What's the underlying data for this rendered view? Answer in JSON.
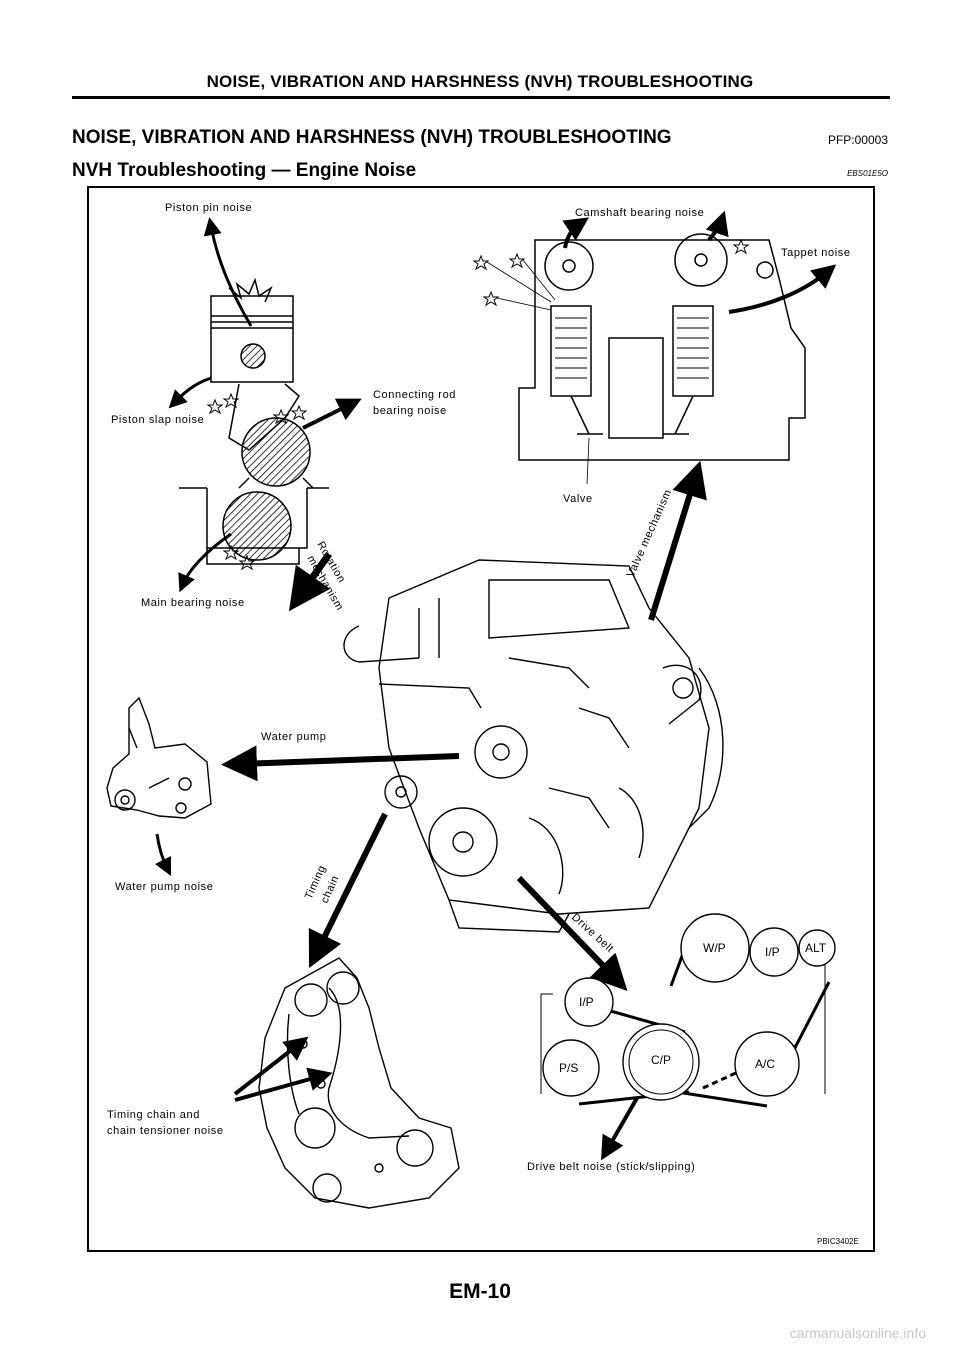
{
  "header": {
    "running_title": "NOISE, VIBRATION AND HARSHNESS (NVH) TROUBLESHOOTING"
  },
  "section": {
    "title": "NOISE, VIBRATION AND HARSHNESS (NVH) TROUBLESHOOTING",
    "code": "PFP:00003"
  },
  "subsection": {
    "title": "NVH Troubleshooting — Engine Noise",
    "code": "EBS01E5O"
  },
  "figure": {
    "labels": {
      "piston_pin_noise": "Piston pin noise",
      "piston_slap_noise": "Piston slap noise",
      "connecting_rod_line1": "Connecting rod",
      "connecting_rod_line2": "bearing noise",
      "main_bearing_noise": "Main bearing noise",
      "rotation_line1": "Rotation",
      "rotation_line2": "mechanism",
      "camshaft_bearing_noise": "Camshaft bearing noise",
      "tappet_noise": "Tappet noise",
      "valve": "Valve",
      "valve_mechanism": "Valve mechanism",
      "water_pump": "Water pump",
      "water_pump_noise": "Water pump noise",
      "timing_line1": "Timing",
      "timing_line2": "chain",
      "drive_belt": "Drive belt",
      "timing_noise_line1": "Timing chain and",
      "timing_noise_line2": "chain tensioner noise",
      "drive_belt_noise": "Drive belt noise (stick/slipping)"
    },
    "pulleys": {
      "wp": "W/P",
      "ip_top": "I/P",
      "alt": "ALT",
      "ip_left": "I/P",
      "ps": "P/S",
      "cp": "C/P",
      "ac": "A/C"
    },
    "code": "PBIC3402E"
  },
  "footer": {
    "page_number": "EM-10",
    "watermark": "carmanualsonline.info"
  }
}
